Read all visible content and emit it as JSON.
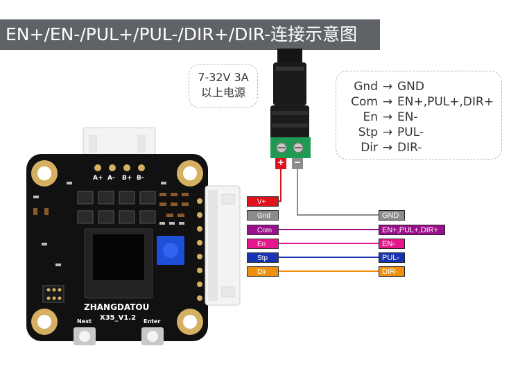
{
  "title": "EN+/EN-/PUL+/PUL-/DIR+/DIR-连接示意图",
  "power_note": {
    "line1": "7-32V 3A",
    "line2": "以上电源"
  },
  "mapping": [
    {
      "from": "Gnd",
      "arrow": "→",
      "to": "GND"
    },
    {
      "from": "Com",
      "arrow": "→",
      "to": "EN+,PUL+,DIR+"
    },
    {
      "from": "En",
      "arrow": "→",
      "to": "EN-"
    },
    {
      "from": "Stp",
      "arrow": "→",
      "to": "PUL-"
    },
    {
      "from": "Dir",
      "arrow": "→",
      "to": "DIR-"
    }
  ],
  "power_terminal": {
    "plus": "+",
    "minus": "−",
    "plus_color": "#e0121b",
    "minus_color": "#8c8c8c"
  },
  "wires": [
    {
      "label": "V+",
      "color": "#e0121b"
    },
    {
      "label": "Gnd",
      "color": "#8c8c8c"
    },
    {
      "label": "Com",
      "color": "#9b0f8c"
    },
    {
      "label": "En",
      "color": "#e6168c"
    },
    {
      "label": "Stp",
      "color": "#1634b0"
    },
    {
      "label": "Dir",
      "color": "#f0900a"
    }
  ],
  "targets": [
    {
      "label": "GND",
      "color": "#8c8c8c"
    },
    {
      "label": "EN+,PUL+,DIR+",
      "color": "#9b0f8c"
    },
    {
      "label": "EN-",
      "color": "#e6168c"
    },
    {
      "label": "PUL-",
      "color": "#1634b0"
    },
    {
      "label": "DIR-",
      "color": "#f0900a"
    }
  ],
  "board": {
    "brand": "ZHANGDATOU",
    "model": "X35_V1.2",
    "next_button": "Next",
    "enter_button": "Enter",
    "motor_pins": [
      "A+",
      "A-",
      "B+",
      "B-"
    ]
  }
}
